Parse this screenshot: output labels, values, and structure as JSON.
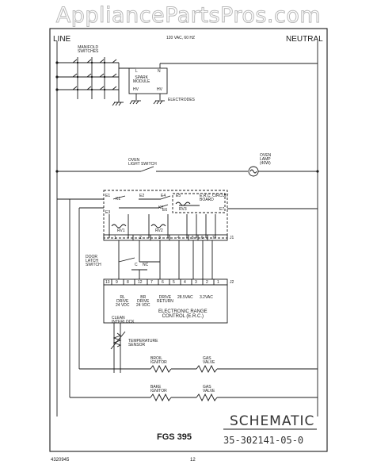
{
  "watermark": "AppliancePartsPros.com",
  "header": {
    "line": "LINE",
    "supply": "120 VAC, 60 HZ",
    "neutral": "NEUTRAL"
  },
  "components": {
    "manifold_switches": "MANIFOLD\nSWITCHES",
    "spark_module": "SPARK\nMODULE",
    "spark_l": "L",
    "spark_n": "N",
    "spark_hv1": "HV",
    "spark_hv2": "HV",
    "electrodes": "ELECTRODES",
    "oven_light_switch": "OVEN\nLIGHT SWITCH",
    "oven_lamp": "OVEN\nLAMP\n(40W)",
    "erc_circuit_board": "E.R.C. CIRCUIT\nBOARD",
    "door_latch_switch": "DOOR\nLATCH\nSWITCH",
    "door_latch_c": "C",
    "door_latch_nc": "NC",
    "k1": "K1",
    "k2": "K2",
    "rv1": "RV1",
    "rv2": "RV2",
    "rv3": "RV3",
    "e1": "E1",
    "e2": "E2",
    "e3": "E3",
    "e4": "E4",
    "e5": "E5",
    "e6": "E6",
    "e7": "E7",
    "j1": "J1",
    "j2": "J2",
    "j1_pins": [
      "1",
      "2",
      "3",
      "4",
      "5",
      "6",
      "7"
    ],
    "j2_pins": [
      "13",
      "9",
      "8",
      "12",
      "7",
      "6",
      "5",
      "4",
      "3",
      "2",
      "1"
    ],
    "control_outputs": [
      "RL\nDRIVE\n24 VDC",
      "BR\nDRIVE\n24 VDC",
      "DRIVE\nRETURN",
      "28.5VAC",
      "3.2VAC"
    ],
    "erc_control": "ELECTRONIC RANGE\nCONTROL (E.R.C.)",
    "clean_interlock": "CLEAN\nINTERLOCK",
    "temperature_sensor": "TEMPERATURE\nSENSOR",
    "broil_ignitor": "BROIL\nIGNITOR",
    "gas_valve_1": "GAS\nVALVE",
    "bake_ignitor": "BAKE\nIGNITOR",
    "gas_valve_2": "GAS\nVALVE"
  },
  "title_block": {
    "title": "SCHEMATIC",
    "model": "FGS 395",
    "part_number": "35-302141-05-0"
  },
  "footer": {
    "doc_number": "4320945",
    "page": "12"
  }
}
